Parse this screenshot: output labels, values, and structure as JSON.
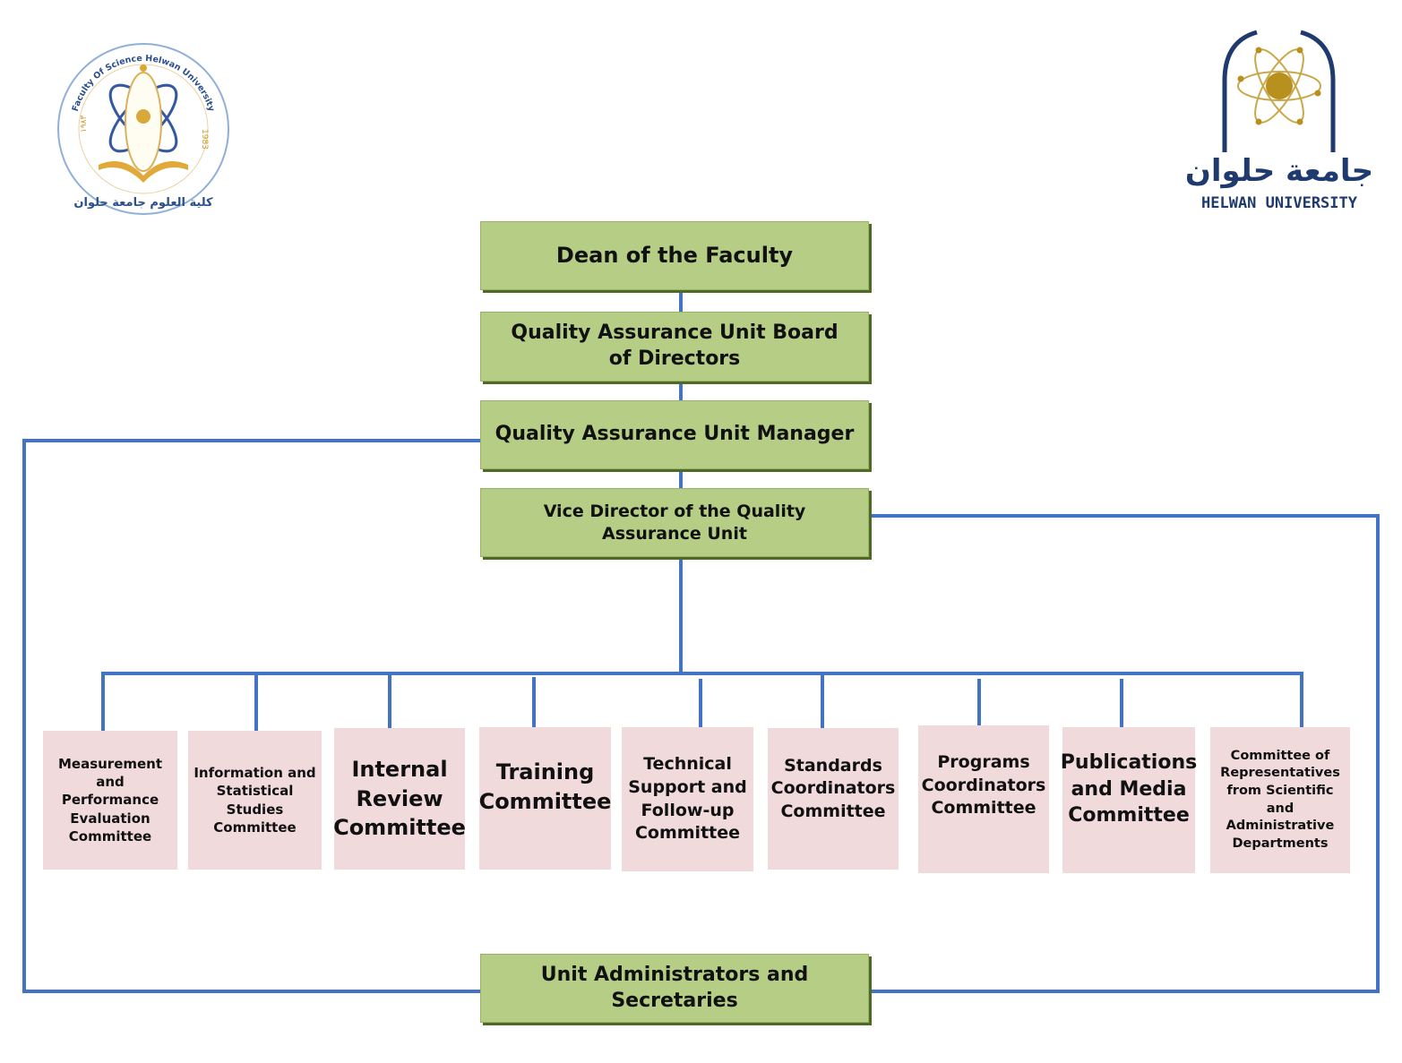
{
  "logos": {
    "left": {
      "name": "faculty-of-science-seal",
      "ring_text": "Faculty Of Science Helwan University",
      "arabic_text": "كلية العلوم جامعة حلوان",
      "year_left": "١٩٨٣",
      "year_right": "1983"
    },
    "right": {
      "name": "helwan-university-logo",
      "arabic_text": "جامعة حلوان",
      "english_text": "HELWAN UNIVERSITY"
    }
  },
  "colors": {
    "line": "#4472c4",
    "leadership_box": "#b5cd85",
    "committee_box": "#f0dadb",
    "logo_blue": "#1f3a6e",
    "logo_gold": "#c8992a"
  },
  "leadership": [
    {
      "id": "dean",
      "label": "Dean of the Faculty"
    },
    {
      "id": "board",
      "label": "Quality Assurance Unit Board of Directors"
    },
    {
      "id": "manager",
      "label": "Quality Assurance Unit Manager"
    },
    {
      "id": "vice",
      "label": "Vice Director of the Quality Assurance Unit"
    }
  ],
  "committees": [
    {
      "label": "Measurement and Performance Evaluation Committee"
    },
    {
      "label": "Information and Statistical Studies Committee"
    },
    {
      "label": "Internal Review Committee"
    },
    {
      "label": "Training Committee"
    },
    {
      "label": "Technical Support and Follow-up Committee"
    },
    {
      "label": "Standards Coordinators Committee"
    },
    {
      "label": "Programs Coordinators Committee"
    },
    {
      "label": "Publications and Media Committee"
    },
    {
      "label": "Committee of Representatives from Scientific and Administrative Departments"
    }
  ],
  "administrators": {
    "label": "Unit Administrators and Secretaries"
  }
}
